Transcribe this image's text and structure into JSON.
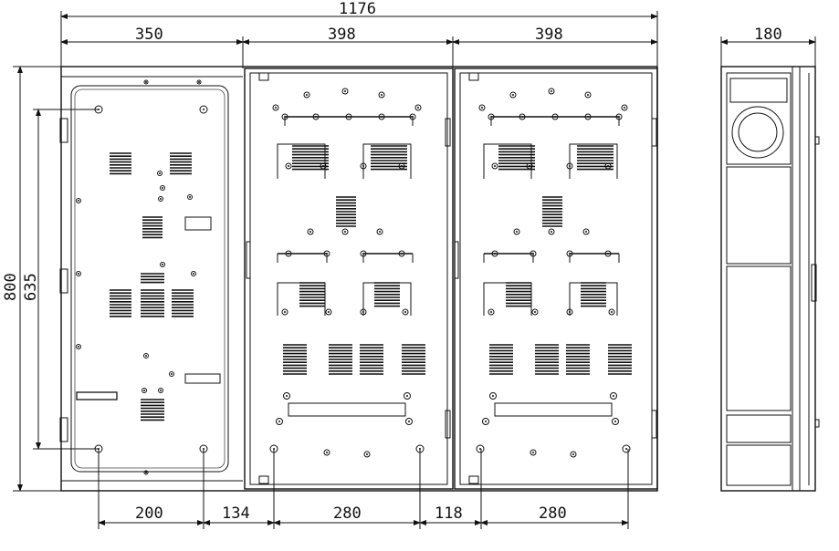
{
  "dimensions": {
    "total_width": "1176",
    "panel_left_width": "350",
    "panel_mid_width": "398",
    "panel_right_width": "398",
    "side_depth": "180",
    "total_height": "800",
    "inner_height": "635",
    "bottom_a": "200",
    "bottom_b": "134",
    "bottom_c": "280",
    "bottom_d": "118",
    "bottom_e": "280"
  }
}
